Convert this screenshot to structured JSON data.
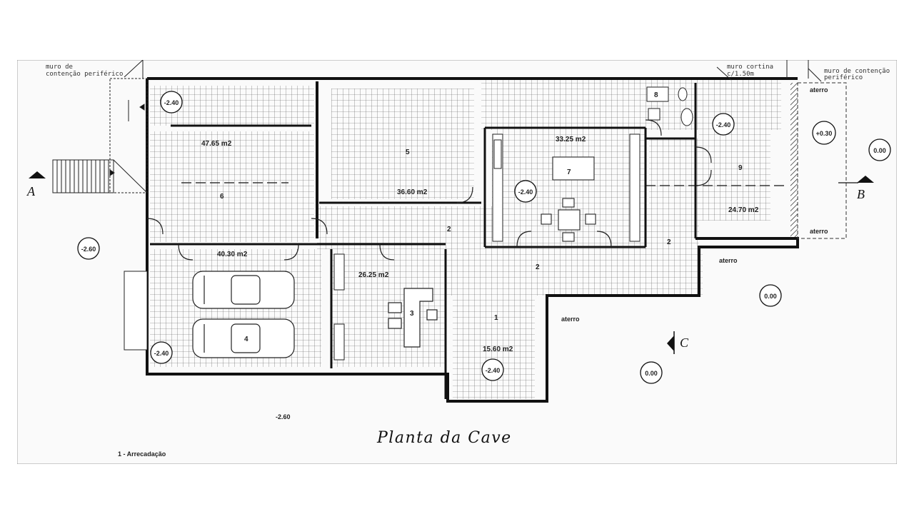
{
  "drawing": {
    "title": "Planta da Cave",
    "legend_item": "1 - Arrecadação",
    "notes": {
      "left_wall": [
        "muro de",
        "contenção periférico"
      ],
      "curtain_wall": [
        "muro cortina",
        "c/1.50m"
      ],
      "right_wall": [
        "muro de contenção",
        "periférico"
      ]
    },
    "sections": {
      "a": "A",
      "b": "B",
      "c": "C"
    },
    "rooms": {
      "r1_num": "1",
      "r1_area": "15.60 m2",
      "r2a": "2",
      "r2b": "2",
      "r2c": "2",
      "r3_num": "3",
      "r3_area": "26.25 m2",
      "r4_num": "4",
      "r4_area": "40.30 m2",
      "r5_num": "5",
      "r5_area": "36.60 m2",
      "r6_num": "6",
      "r6_area": "47.65 m2",
      "r7_num": "7",
      "r7_area": "33.25 m2",
      "r8_num": "8",
      "r9_num": "9",
      "r9_area": "24.70 m2"
    },
    "levels": {
      "top_left": "-2.40",
      "left_outside": "-2.60",
      "garage": "-2.40",
      "storage": "-2.40",
      "living": "-2.40",
      "right_room": "-2.40",
      "right_terrace": "+0.30",
      "far_right": "0.00",
      "mid_right": "0.00",
      "bottom_right": "0.00",
      "bottom": "-2.60"
    },
    "fill_labels": {
      "f1": "aterro",
      "f2": "aterro",
      "f3": "aterro",
      "f4": "aterro"
    }
  }
}
